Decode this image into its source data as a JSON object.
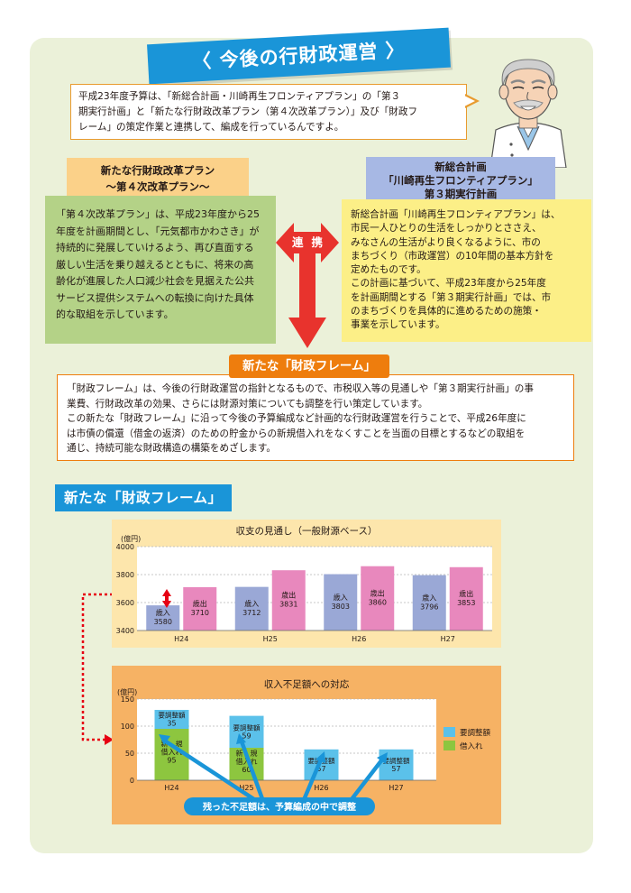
{
  "banner": {
    "title": "〈 今後の行財政運営 〉"
  },
  "intro": {
    "lines": [
      "平成23年度予算は、「新総合計画・川崎再生フロンティアプラン」の「第３",
      "期実行計画」と「新たな行財政改革プラン（第４次改革プラン）」及び「財政フ",
      "レーム」の策定作業と連携して、編成を行っているんですよ。"
    ]
  },
  "left": {
    "header": [
      "新たな行財政改革プラン",
      "～第４次改革プラン～"
    ],
    "body": [
      "「第４次改革プラン」は、平成23年度から25",
      "年度を計画期間とし、「元気都市かわさき」が",
      "持続的に発展していけるよう、再び直面する",
      "厳しい生活を乗り越えるとともに、将来の高",
      "齢化が進展した人口減少社会を見据えた公共",
      "サービス提供システムへの転換に向けた具体",
      "的な取組を示しています。"
    ]
  },
  "right": {
    "header": [
      "新総合計画",
      "「川崎再生フロンティアプラン」",
      "第３期実行計画"
    ],
    "body": [
      "新総合計画「川崎再生フロンティアプラン」は、",
      "市民一人ひとりの生活をしっかりとささえ、",
      "みなさんの生活がより良くなるように、市の",
      "まちづくり（市政運営）の10年間の基本方針を",
      "定めたものです。",
      "この計画に基づいて、平成23年度から25年度",
      "を計画期間とする「第３期実行計画」では、市",
      "のまちづくりを具体的に進めるための施策・",
      "事業を示しています。"
    ]
  },
  "link_label": "連携",
  "frame": {
    "header": "新たな「財政フレーム」",
    "body": [
      "「財政フレーム」は、今後の行財政運営の指針となるもので、市税収入等の見通しや「第３期実行計画」の事",
      "業費、行財政改革の効果、さらには財源対策についても調整を行い策定しています。",
      "この新たな「財政フレーム」に沿って今後の予算編成など計画的な行財政運営を行うことで、平成26年度に",
      "は市債の償還（借金の返済）のための貯金からの新規借入れをなくすことを当面の目標とするなどの取組を",
      "通じ、持続可能な財政構造の構築をめざします。"
    ]
  },
  "section_title": "新たな「財政フレーム」",
  "chart_data": [
    {
      "type": "bar",
      "title": "収支の見通し（一般財源ベース）",
      "unit": "(億円)",
      "categories": [
        "H24",
        "H25",
        "H26",
        "H27"
      ],
      "ylim": [
        3400,
        4000
      ],
      "yticks": [
        "4000",
        "3800",
        "3600",
        "3400"
      ],
      "series": [
        {
          "name": "歳入",
          "values": [
            3580,
            3712,
            3803,
            3796
          ],
          "color": "#9aa8d6"
        },
        {
          "name": "歳出",
          "values": [
            3710,
            3831,
            3860,
            3853
          ],
          "color": "#e888bd"
        }
      ]
    },
    {
      "type": "bar",
      "title": "収入不足額への対応",
      "unit": "(億円)",
      "categories": [
        "H24",
        "H25",
        "H26",
        "H27"
      ],
      "ylim": [
        0,
        150
      ],
      "yticks": [
        "150",
        "100",
        "50",
        "0"
      ],
      "series": [
        {
          "name": "要調整額",
          "values": [
            35,
            59,
            57,
            57
          ],
          "color": "#5bc1ea"
        },
        {
          "name": "借入れ",
          "values": [
            95,
            60,
            0,
            0
          ],
          "color": "#8dc63f"
        }
      ],
      "bar_labels": {
        "adjust": [
          "要調整額",
          "35",
          "59",
          "57",
          "57"
        ],
        "loan": [
          "新　規",
          "借入れ",
          "95",
          "60"
        ]
      },
      "annotation": "残った不足額は、予算編成の中で調整"
    }
  ]
}
